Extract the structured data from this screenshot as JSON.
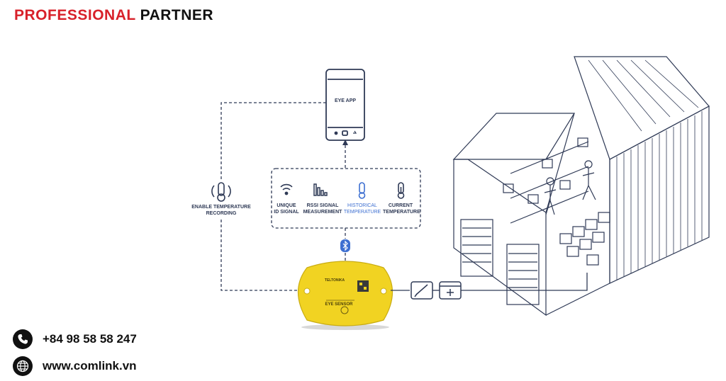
{
  "header": {
    "brand_accent": "PROFESSIONAL",
    "brand_rest": "PARTNER"
  },
  "diagram": {
    "phone_label": "EYE APP",
    "enable_label": "ENABLE TEMPERATURE\nRECORDING",
    "features": [
      {
        "label": "UNIQUE\nID SIGNAL",
        "icon": "wifi-icon",
        "highlight": false
      },
      {
        "label": "RSSI SIGNAL\nMEASUREMENT",
        "icon": "signal-bars-icon",
        "highlight": false
      },
      {
        "label": "HISTORICAL\nTEMPERATURE",
        "icon": "thermometer-icon",
        "highlight": true
      },
      {
        "label": "CURRENT\nTEMPERATURE",
        "icon": "thermometer-icon",
        "highlight": false
      }
    ],
    "sensor_label": "EYE SENSOR",
    "sensor_brand": "TELTONIKA",
    "bluetooth_icon": "bluetooth-icon",
    "icons": [
      "syringe-icon",
      "medical-kit-icon"
    ]
  },
  "contact": {
    "phone": "+84 98 58 58 247",
    "website": "www.comlink.vn",
    "phone_icon": "phone-icon",
    "web_icon": "globe-icon"
  },
  "colors": {
    "accent": "#d8212a",
    "line": "#2f3a56",
    "sensor": "#f1d322",
    "highlight": "#3d6fd1"
  }
}
